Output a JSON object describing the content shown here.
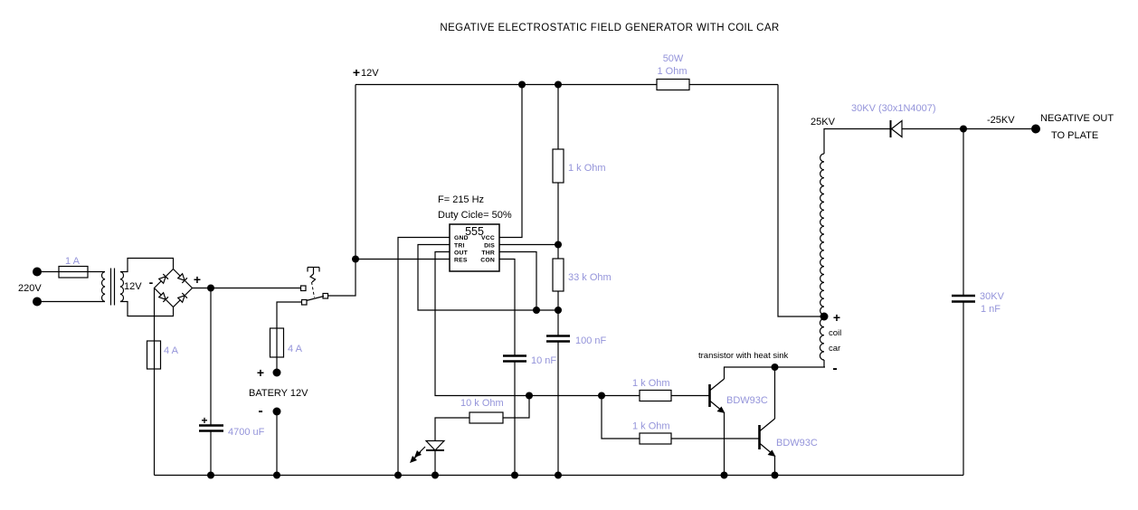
{
  "title": "NEGATIVE ELECTROSTATIC FIELD GENERATOR WITH COIL CAR",
  "colors": {
    "wire": "#000000",
    "value_label": "#9494da",
    "background": "#ffffff"
  },
  "mains": {
    "voltage": "220V",
    "fuse": "1 A",
    "secondary_voltage": "12V",
    "bridge_minus": "-",
    "bridge_plus": "+"
  },
  "dc_filter": {
    "fuse": "4 A",
    "cap_plus": "+",
    "cap_value": "4700 uF"
  },
  "battery": {
    "fuse": "4 A",
    "plus": "+",
    "minus": "-",
    "label": "BATERY 12V"
  },
  "rail": {
    "plus": "+",
    "label": "12V",
    "ballast_watts": "50W",
    "ballast_ohms": "1 Ohm"
  },
  "timer": {
    "frequency": "F= 215 Hz",
    "duty_cycle": "Duty Cicle= 50%",
    "ic": "555",
    "pins_left": [
      "GND",
      "TRI",
      "OUT",
      "RES"
    ],
    "pins_right": [
      "VCC",
      "DIS",
      "THR",
      "CON"
    ],
    "r_top": "1 k Ohm",
    "r_mid": "33 k Ohm",
    "c_timing": "100 nF",
    "c_control": "10 nF"
  },
  "led_branch": {
    "resistor": "10 k Ohm"
  },
  "driver": {
    "note": "transistor with heat sink",
    "r_base1": "1 k Ohm",
    "r_base2": "1 k Ohm",
    "q1": "BDW93C",
    "q2": "BDW93C"
  },
  "coil_car": {
    "hv": "25KV",
    "plus": "+",
    "minus": "-",
    "name1": "coil",
    "name2": "car"
  },
  "output": {
    "diode": "30KV (30x1N4007)",
    "hv": "-25KV",
    "dest1": "NEGATIVE OUT",
    "dest2": "TO PLATE",
    "cap_rating": "30KV",
    "cap_value": "1 nF"
  }
}
